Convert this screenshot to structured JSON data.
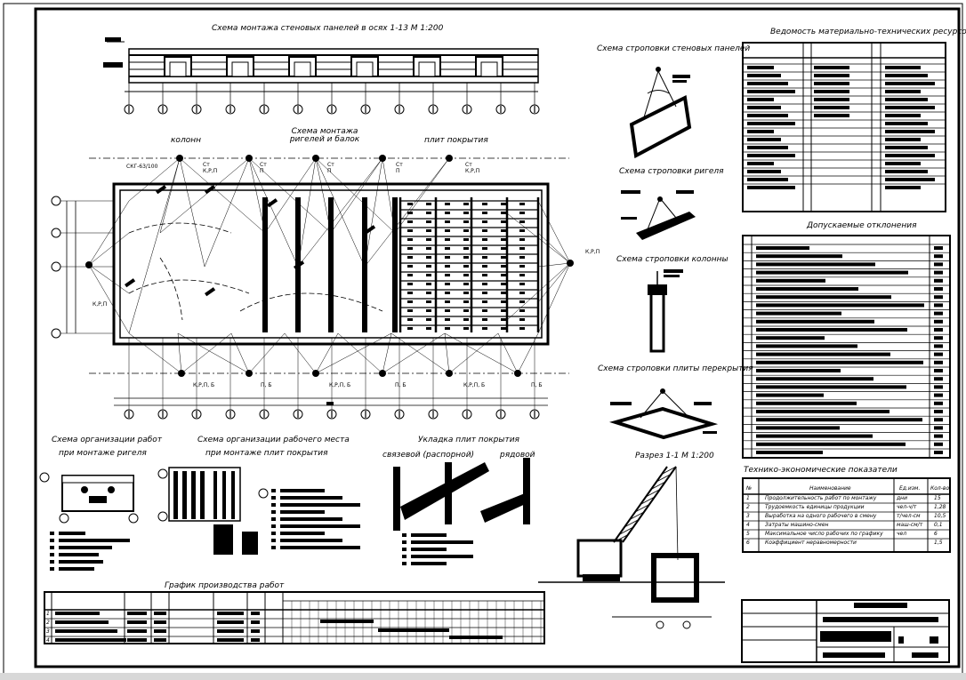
{
  "titles": {
    "wall_panels": "Схема монтажа стеновых панелей в осях 1-13  М 1:200",
    "columns": "колонн",
    "beams": "Схема монтажа\nригелей и балок",
    "slabs": "плит покрытия",
    "resources": "Ведомость материально-технических ресурсов",
    "sling_panels": "Схема строповки стеновых панелей",
    "sling_beam": "Схема строповки ригеля",
    "sling_column": "Схема строповки колонны",
    "sling_slab": "Схема строповки плиты перекрытия",
    "tolerances": "Допускаемые отклонения",
    "teo": "Технико-экономические показатели",
    "section": "Разрез 1-1  М 1:200",
    "org_beam_1": "Схема организации работ",
    "org_beam_2": "при монтаже ригеля",
    "org_slab_1": "Схема организации рабочего места",
    "org_slab_2": "при монтаже плит покрытия",
    "laying": "Укладка плит покрытия",
    "laying_tied": "связевой (распорной)",
    "laying_row": "рядовой",
    "schedule": "График производства работ"
  },
  "plan_labels": {
    "crane_type": "СКГ-63/100",
    "stops_top": [
      "Ст",
      "Ст",
      "Ст",
      "Ст",
      "Ст"
    ],
    "marks_top": [
      "К,Р,П",
      "П",
      "П",
      "П",
      "К,Р,П"
    ],
    "mark_right": "К,Р,П",
    "mark_left": "К,Р,П",
    "marks_bottom": [
      "К,Р,П, Б",
      "П, Б",
      "К,Р,П, Б",
      "П, Б",
      "К,Р,П, Б",
      "П, Б"
    ]
  },
  "teo_table": {
    "headers": [
      "№",
      "Наименование",
      "Ед.изм.",
      "Кол-во"
    ],
    "rows": [
      {
        "n": "1",
        "name": "Продолжительность работ по монтажу",
        "unit": "дни",
        "val": "15"
      },
      {
        "n": "2",
        "name": "Трудоемкость единицы продукции",
        "unit": "чел-ч/т",
        "val": "1,28"
      },
      {
        "n": "3",
        "name": "Выработка на одного рабочего в смену",
        "unit": "т/чел-см",
        "val": "10,5"
      },
      {
        "n": "4",
        "name": "Затраты машино-смен",
        "unit": "маш-см/т",
        "val": "0,1"
      },
      {
        "n": "5",
        "name": "Максимальное число рабочих по графику",
        "unit": "чел",
        "val": "6"
      },
      {
        "n": "6",
        "name": "Коэффициент неравномерности",
        "unit": "",
        "val": "1,5"
      }
    ]
  },
  "schedule_table": {
    "rows": [
      {
        "n": "1"
      },
      {
        "n": "2"
      },
      {
        "n": "3"
      },
      {
        "n": "4"
      }
    ]
  },
  "colors": {
    "ink": "#000000",
    "paper": "#ffffff"
  }
}
